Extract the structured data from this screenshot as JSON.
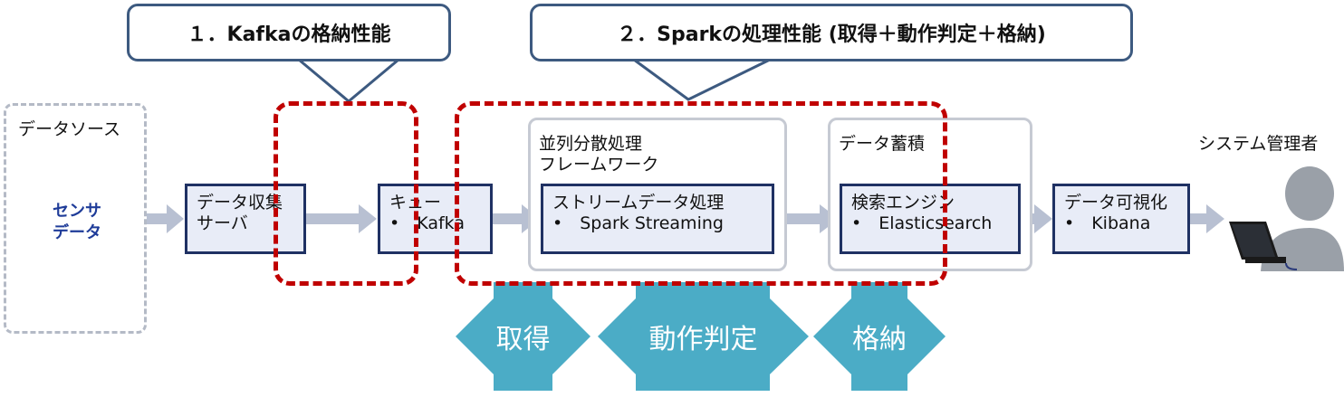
{
  "callouts": {
    "kafka": "１．Kafkaの格納性能",
    "spark": "２．Sparkの処理性能 (取得＋動作判定＋格納)"
  },
  "data_source": {
    "label": "データソース",
    "sensor_line1": "センサ",
    "sensor_line2": "データ"
  },
  "collect_server": {
    "line1": "データ収集",
    "line2": "サーバ"
  },
  "queue": {
    "line1": "キュー",
    "line2": "•　Kafka"
  },
  "framework_group": {
    "line1": "並列分散処理",
    "line2": "フレームワーク"
  },
  "stream": {
    "line1": "ストリームデータ処理",
    "line2": "•　Spark Streaming"
  },
  "store_group": {
    "label": "データ蓄積"
  },
  "search": {
    "line1": "検索エンジン",
    "line2": "•　Elasticsearch"
  },
  "viz": {
    "line1": "データ可視化",
    "line2": "•　Kibana"
  },
  "admin": {
    "label": "システム管理者"
  },
  "phases": {
    "acquire": "取得",
    "judge": "動作判定",
    "store": "格納"
  },
  "colors": {
    "callout_border": "#3d5a80",
    "box_border": "#1f3163",
    "box_fill": "#e8ecf7",
    "red_frame": "#c00000",
    "phase_arrow": "#4bacc6",
    "flow_arrow": "#b8c0d2"
  }
}
